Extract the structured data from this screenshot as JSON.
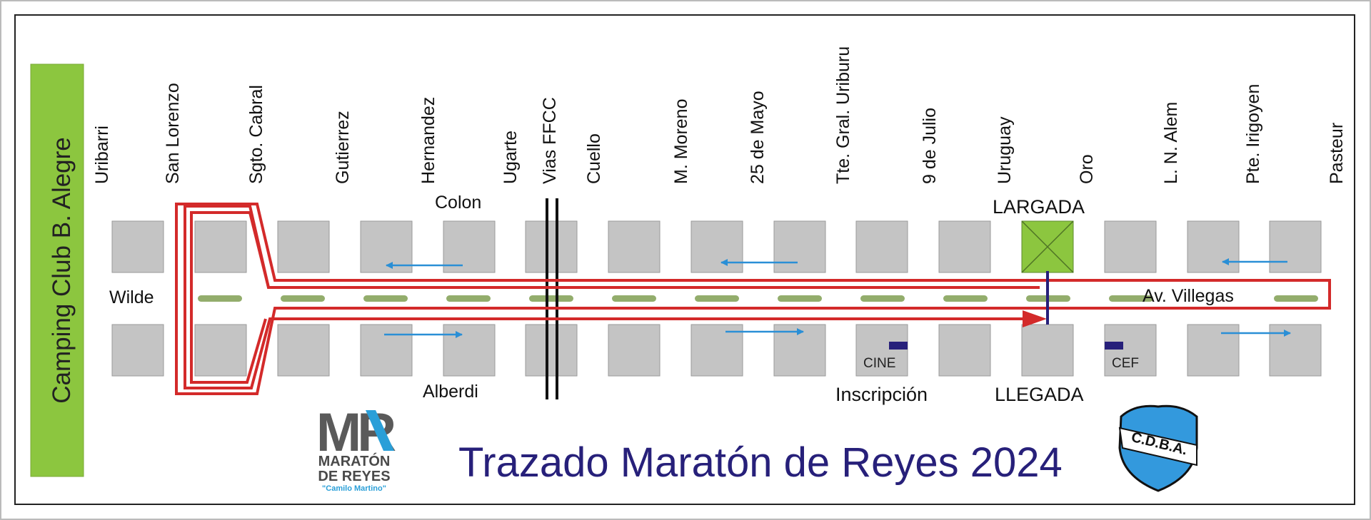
{
  "map": {
    "title": "Trazado Maratón de Reyes 2024",
    "side_label": "Camping Club B. Alegre",
    "streets": [
      "Uribarri",
      "San Lorenzo",
      "Sgto. Cabral",
      "Gutierrez",
      "Hernandez",
      "Ugarte",
      "Vias FFCC",
      "Cuello",
      "M. Moreno",
      "25 de Mayo",
      "Tte. Gral. Uriburu",
      "9 de Julio",
      "Uruguay",
      "Oro",
      "L. N. Alem",
      "Pte. Irigoyen",
      "Pasteur"
    ],
    "avenues": {
      "top": "Colon",
      "bottom": "Alberdi",
      "west": "Wilde",
      "main": "Av. Villegas"
    },
    "markers": {
      "start": "LARGADA",
      "finish": "LLEGADA",
      "registration": "Inscripción",
      "cine": "CINE",
      "cef": "CEF"
    },
    "logos": {
      "maraton_mark": "MR",
      "maraton_line1": "MARATÓN",
      "maraton_line2": "DE REYES",
      "maraton_tagline": "\"Camilo Martino\"",
      "club_badge": "C.D.B.A."
    },
    "colors": {
      "route": "#d32a2a",
      "title": "#27207a",
      "side_bar": "#8cc63f",
      "block": "#c4c4c4",
      "start_block": "#8cc63f",
      "arrow": "#2a8fd6",
      "median": "#93ad6c",
      "marker": "#27207a",
      "badge": "#3399dd"
    }
  }
}
